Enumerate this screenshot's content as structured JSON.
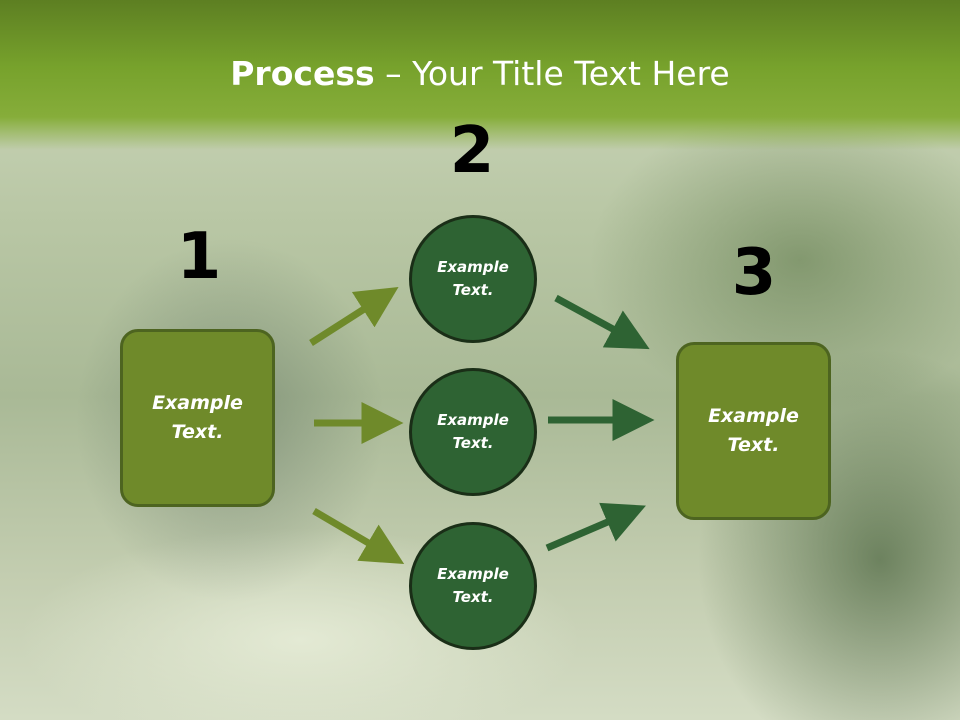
{
  "title": {
    "bold": "Process",
    "rest": " – Your Title Text Here"
  },
  "steps": {
    "one": "1",
    "two": "2",
    "three": "3"
  },
  "nodes": {
    "left": "Example\nText.",
    "right": "Example\nText.",
    "top": "Example\nText.",
    "middle": "Example\nText.",
    "bottom": "Example\nText."
  },
  "colors": {
    "header": "#77a22c",
    "box_fill": "#6f8a2a",
    "circle_fill": "#2e6333",
    "arrow_left": "#6f8a2a",
    "arrow_right": "#2e6333"
  }
}
